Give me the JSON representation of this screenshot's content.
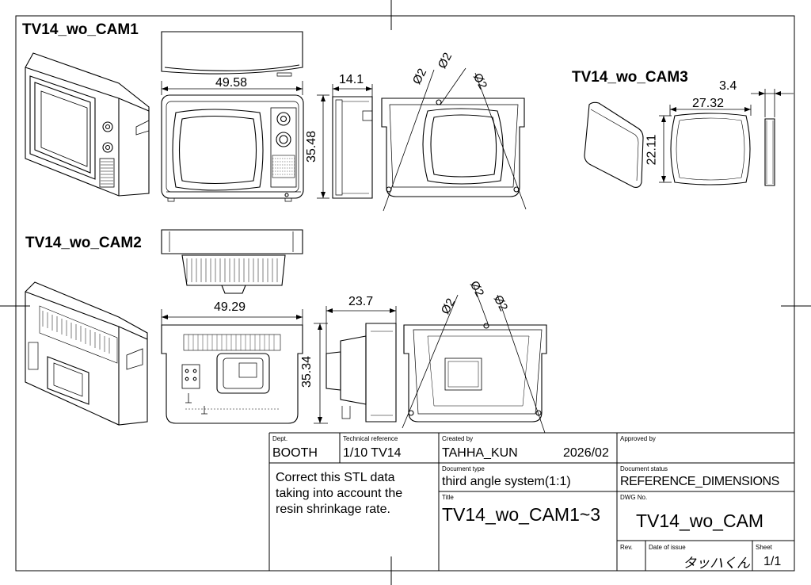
{
  "views": {
    "cam1_title": "TV14_wo_CAM1",
    "cam2_title": "TV14_wo_CAM2",
    "cam3_title": "TV14_wo_CAM3"
  },
  "dimensions": {
    "cam1_width": "49.58",
    "cam1_height": "35.48",
    "cam1_depth": "14.1",
    "cam1_hole_a": "Ø2",
    "cam1_hole_b": "Ø2",
    "cam1_hole_c": "Ø2",
    "cam2_width": "49.29",
    "cam2_height": "35.34",
    "cam2_depth": "23.7",
    "cam2_hole_a": "Ø2",
    "cam2_hole_b": "Ø2",
    "cam2_hole_c": "Ø2",
    "cam3_width": "27.32",
    "cam3_height": "22.11",
    "cam3_thickness": "3.4"
  },
  "title_block": {
    "dept_label": "Dept.",
    "dept_value": "BOOTH",
    "techref_label": "Technical reference",
    "techref_value": "1/10 TV14",
    "created_label": "Created by",
    "created_value": "TAHHA_KUN",
    "created_date": "2026/02",
    "approved_label": "Approved by",
    "note": "Correct this STL data taking into account the resin shrinkage rate.",
    "doctype_label": "Document type",
    "doctype_value": "third angle system(1:1)",
    "docstatus_label": "Document status",
    "docstatus_value": "REFERENCE_DIMENSIONS",
    "title_label": "Title",
    "title_value": "TV14_wo_CAM1~3",
    "dwgno_label": "DWG No.",
    "dwgno_value": "TV14_wo_CAM",
    "rev_label": "Rev.",
    "date_label": "Date of issue",
    "signature_text": "タッハくん",
    "sheet_label": "Sheet",
    "sheet_value": "1/1"
  }
}
